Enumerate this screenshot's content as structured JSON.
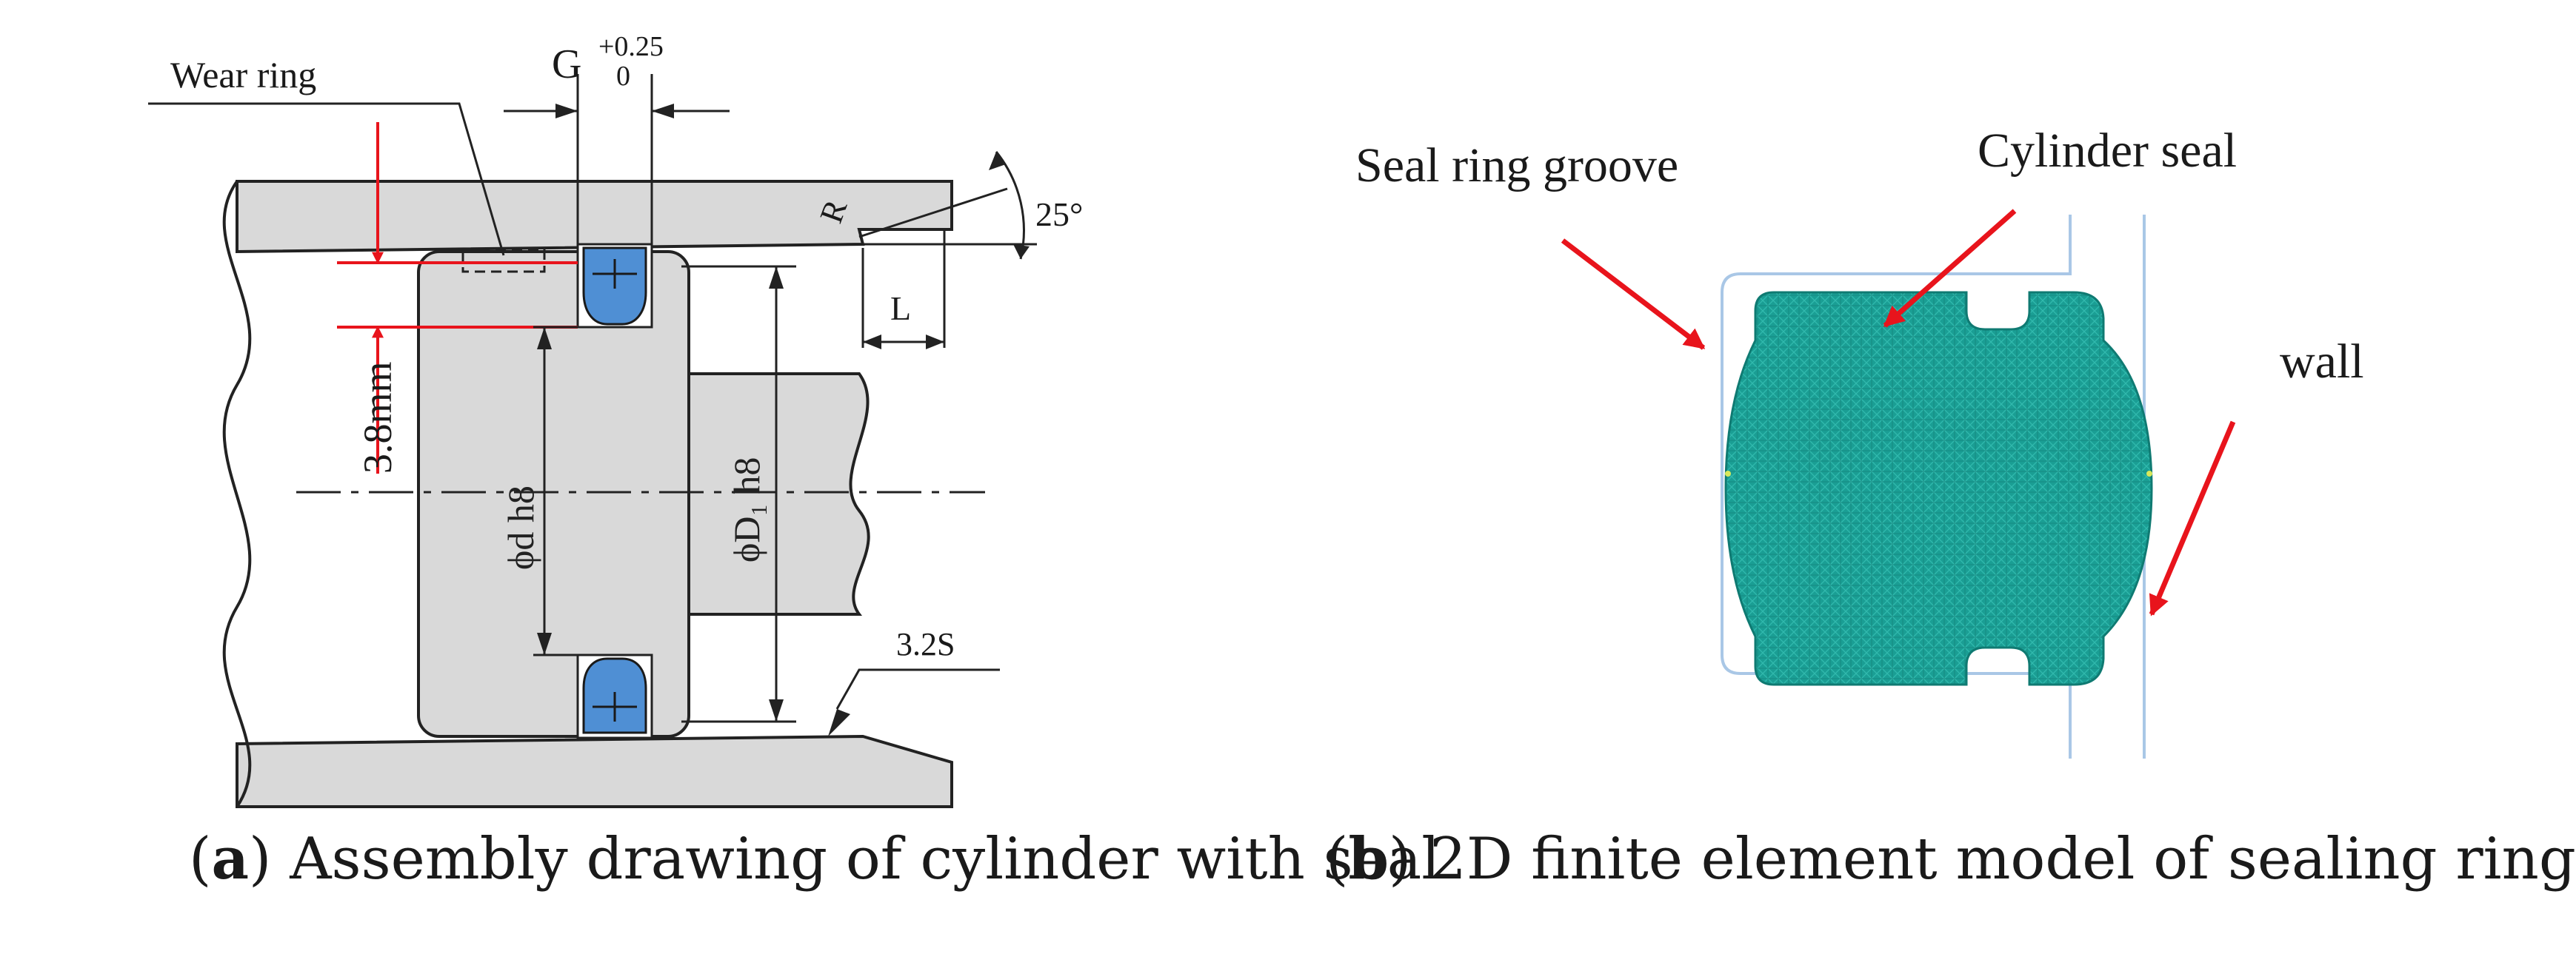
{
  "panel_a": {
    "label_wear_ring": "Wear ring",
    "dim_g": "G",
    "tol_upper": "+0.25",
    "tol_lower": "0",
    "label_r": "R",
    "angle": "25°",
    "label_l": "L",
    "dim_3_8": "3.8mm",
    "dim_phi_d": "ϕd h8",
    "dim_phi_d1": "ϕD₁ h8",
    "surface_finish": "3.2S"
  },
  "panel_b": {
    "label_groove": "Seal ring groove",
    "label_seal": "Cylinder seal",
    "label_wall": "wall"
  },
  "captions": {
    "a_letter": "a",
    "a_text": " Assembly drawing of cylinder with seal",
    "b_letter": "b",
    "b_text": " 2D finite element model of sealing ring"
  },
  "colors": {
    "steel": "#d9d9d9",
    "seal": "#4f8fd4",
    "annotation": "#e8141c",
    "fe_mesh": "#1a9e94",
    "groove_line": "#a9c7e6"
  }
}
